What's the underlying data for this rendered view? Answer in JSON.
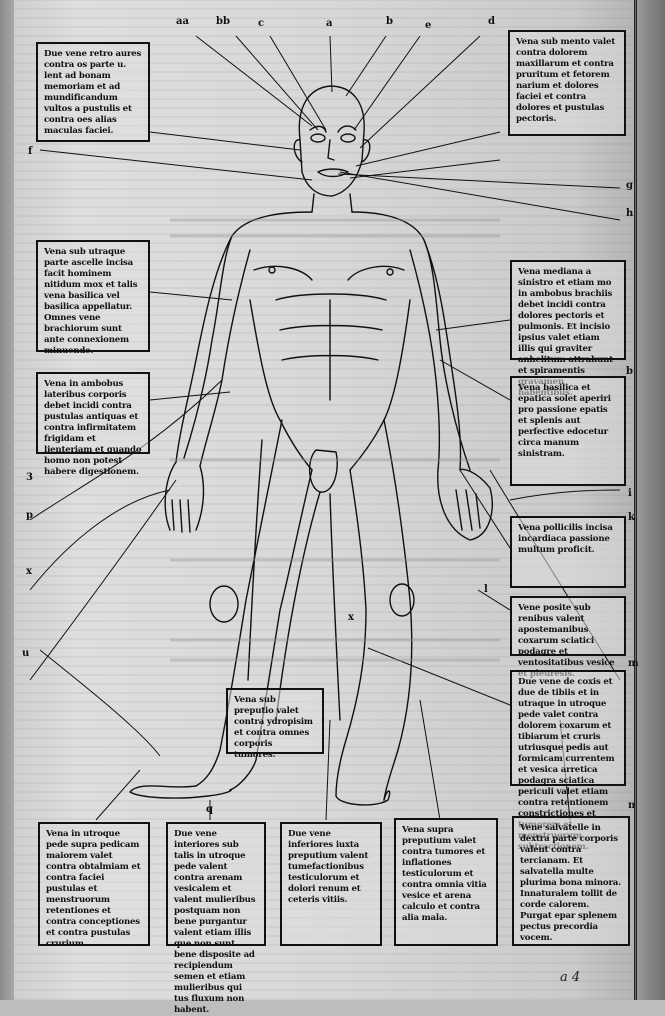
{
  "document": {
    "type": "woodcut anatomical plate (vein man / bloodletting figure)",
    "signature_mark": "a 4"
  },
  "top_markers": [
    "aa",
    "bb",
    "c",
    "a",
    "b",
    "e",
    "d"
  ],
  "side_markers": {
    "left": [
      "f",
      "3",
      "p",
      "x",
      "u"
    ],
    "right": [
      "g",
      "h",
      "b",
      "i",
      "k",
      "m",
      "n"
    ],
    "figure": [
      "l",
      "x",
      "q"
    ]
  },
  "text_boxes": {
    "top_left": "Due vene retro aures contra os parte u. lent ad bonam memoriam et ad mundificandum vultos a pustulis et contra oes alias maculas faciei.",
    "top_right": "Vena sub mento valet contra dolorem maxillarum et contra pruritum et fetorem narium et dolores faciei et contra dolores et pustulas pectoris.",
    "left_upper": "Vena sub utraque parte ascelle incisa facit hominem nitidum mox et talis vena basilica vel basilica appellatur. Omnes vene brachiorum sunt ante connexionem minuende.",
    "left_middle": "Vena in ambobus lateribus corporis debet incidi contra pustulas antiquas et contra infirmitatem frigidam et lienteriam et quando homo non potest habere digestionem.",
    "right_upper": "Vena mediana a sinistro et etiam mo in ambobus brachiis debet incidi contra dolores pectoris et pulmonis. Et incisio ipsius valet etiam illis qui graviter anhelitum attrahunt et spiramentis gravamen habentibus.",
    "right_middle": "Vena basilica et epatica solet aperiri pro passione epatis et splenis aut perfective edocetur circa manum sinistram.",
    "right_lower_a": "Vena pollicilis incisa incardiaca passione multum proficit.",
    "right_lower_b": "Vene posite sub renibus valent apostemanibus coxarum sciatici podagre et ventositatibus vesice et pleuresis.",
    "right_bottom": "Due vene de coxis et due de tibiis et in utraque in utroque pede valet contra dolorem coxarum et tibiarum et cruris utriusque pedis aut formicam currentem et vesica arretica podagra sciatica periculi valet etiam contra retentionem constrictiones et tumorem et menstruorum subtractionem.",
    "center_figure": "Vena sub preputio valet contra ydropisim et contra omnes corporis tumores.",
    "bottom_1": "Vena in utroque pede supra pedicam maiorem valet contra obtalmiam et contra faciei pustulas et menstruorum retentiones et contra conceptiones et contra pustulas crurium.",
    "bottom_2": "Due vene interiores sub talis in utroque pede valent contra arenam vesicalem et valent mulieribus postquam non bene purgantur valent etiam illis que non sunt bene disposite ad recipiendum semen et etiam mulieribus qui tus fluxum non habent.",
    "bottom_3": "Due vene inferiores iuxta preputium valent tumefactionibus testiculorum et dolori renum et ceteris vitiis.",
    "bottom_4": "Vena supra preputium valet contra tumores et inflationes testiculorum et contra omnia vitia vesice et arena calculo et contra alia mala.",
    "bottom_5": "Vene salvatelle in dextra parte corporis valent contra tercianam. Et salvatella multe plurima bona minora. Innaturalem tollit de corde calorem. Purgat epar splenem pectus precordia vocem."
  },
  "colors": {
    "ink": "#111111",
    "paper": "#d8d8d8",
    "gutter": "#8a8a8a"
  }
}
